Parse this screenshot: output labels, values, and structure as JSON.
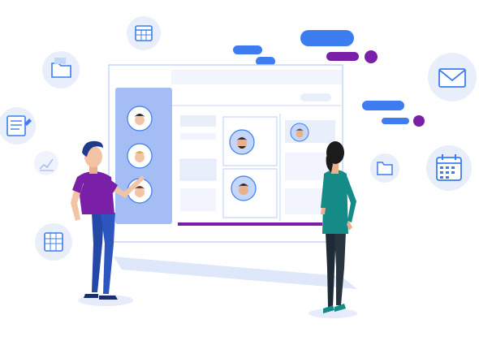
{
  "illustration": {
    "palette": {
      "accent_blue": "#3d7df0",
      "light_blue": "#c5d6fb",
      "pale_blue": "#e9eefb",
      "purple": "#7a20a8",
      "board_panel": "#a4bdf5",
      "teal": "#148b87",
      "navy": "#2348a8"
    },
    "floating_icons": [
      "calendar-grid-icon",
      "folder-icon",
      "document-list-icon",
      "chart-icon",
      "spreadsheet-icon",
      "envelope-icon",
      "schedule-calendar-icon",
      "folder-icon"
    ],
    "board_people": 6,
    "people": [
      "man-presenting",
      "woman-presenting"
    ]
  }
}
